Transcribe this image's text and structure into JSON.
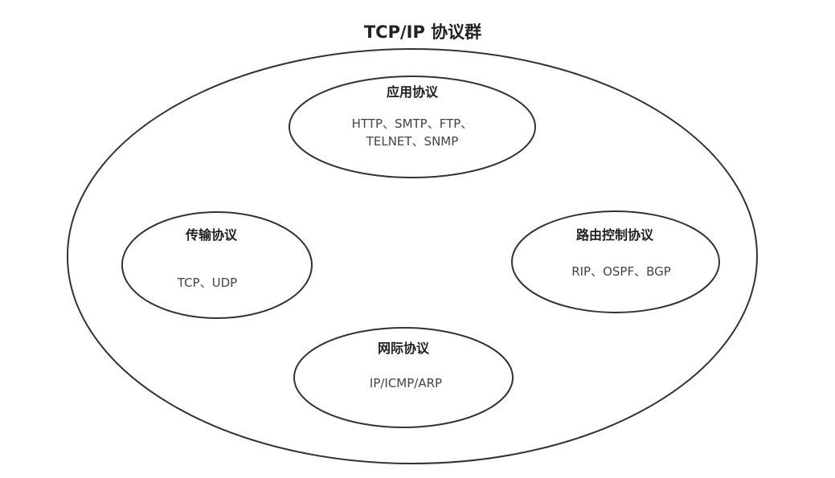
{
  "diagram": {
    "title": "TCP/IP 协议群",
    "groups": {
      "application": {
        "title": "应用协议",
        "line1": "HTTP、SMTP、FTP、",
        "line2": "TELNET、SNMP"
      },
      "transport": {
        "title": "传输协议",
        "line1": "TCP、UDP"
      },
      "routing": {
        "title": "路由控制协议",
        "line1": "RIP、OSPF、BGP"
      },
      "internet": {
        "title": "网际协议",
        "line1": "IP/ICMP/ARP"
      }
    }
  }
}
